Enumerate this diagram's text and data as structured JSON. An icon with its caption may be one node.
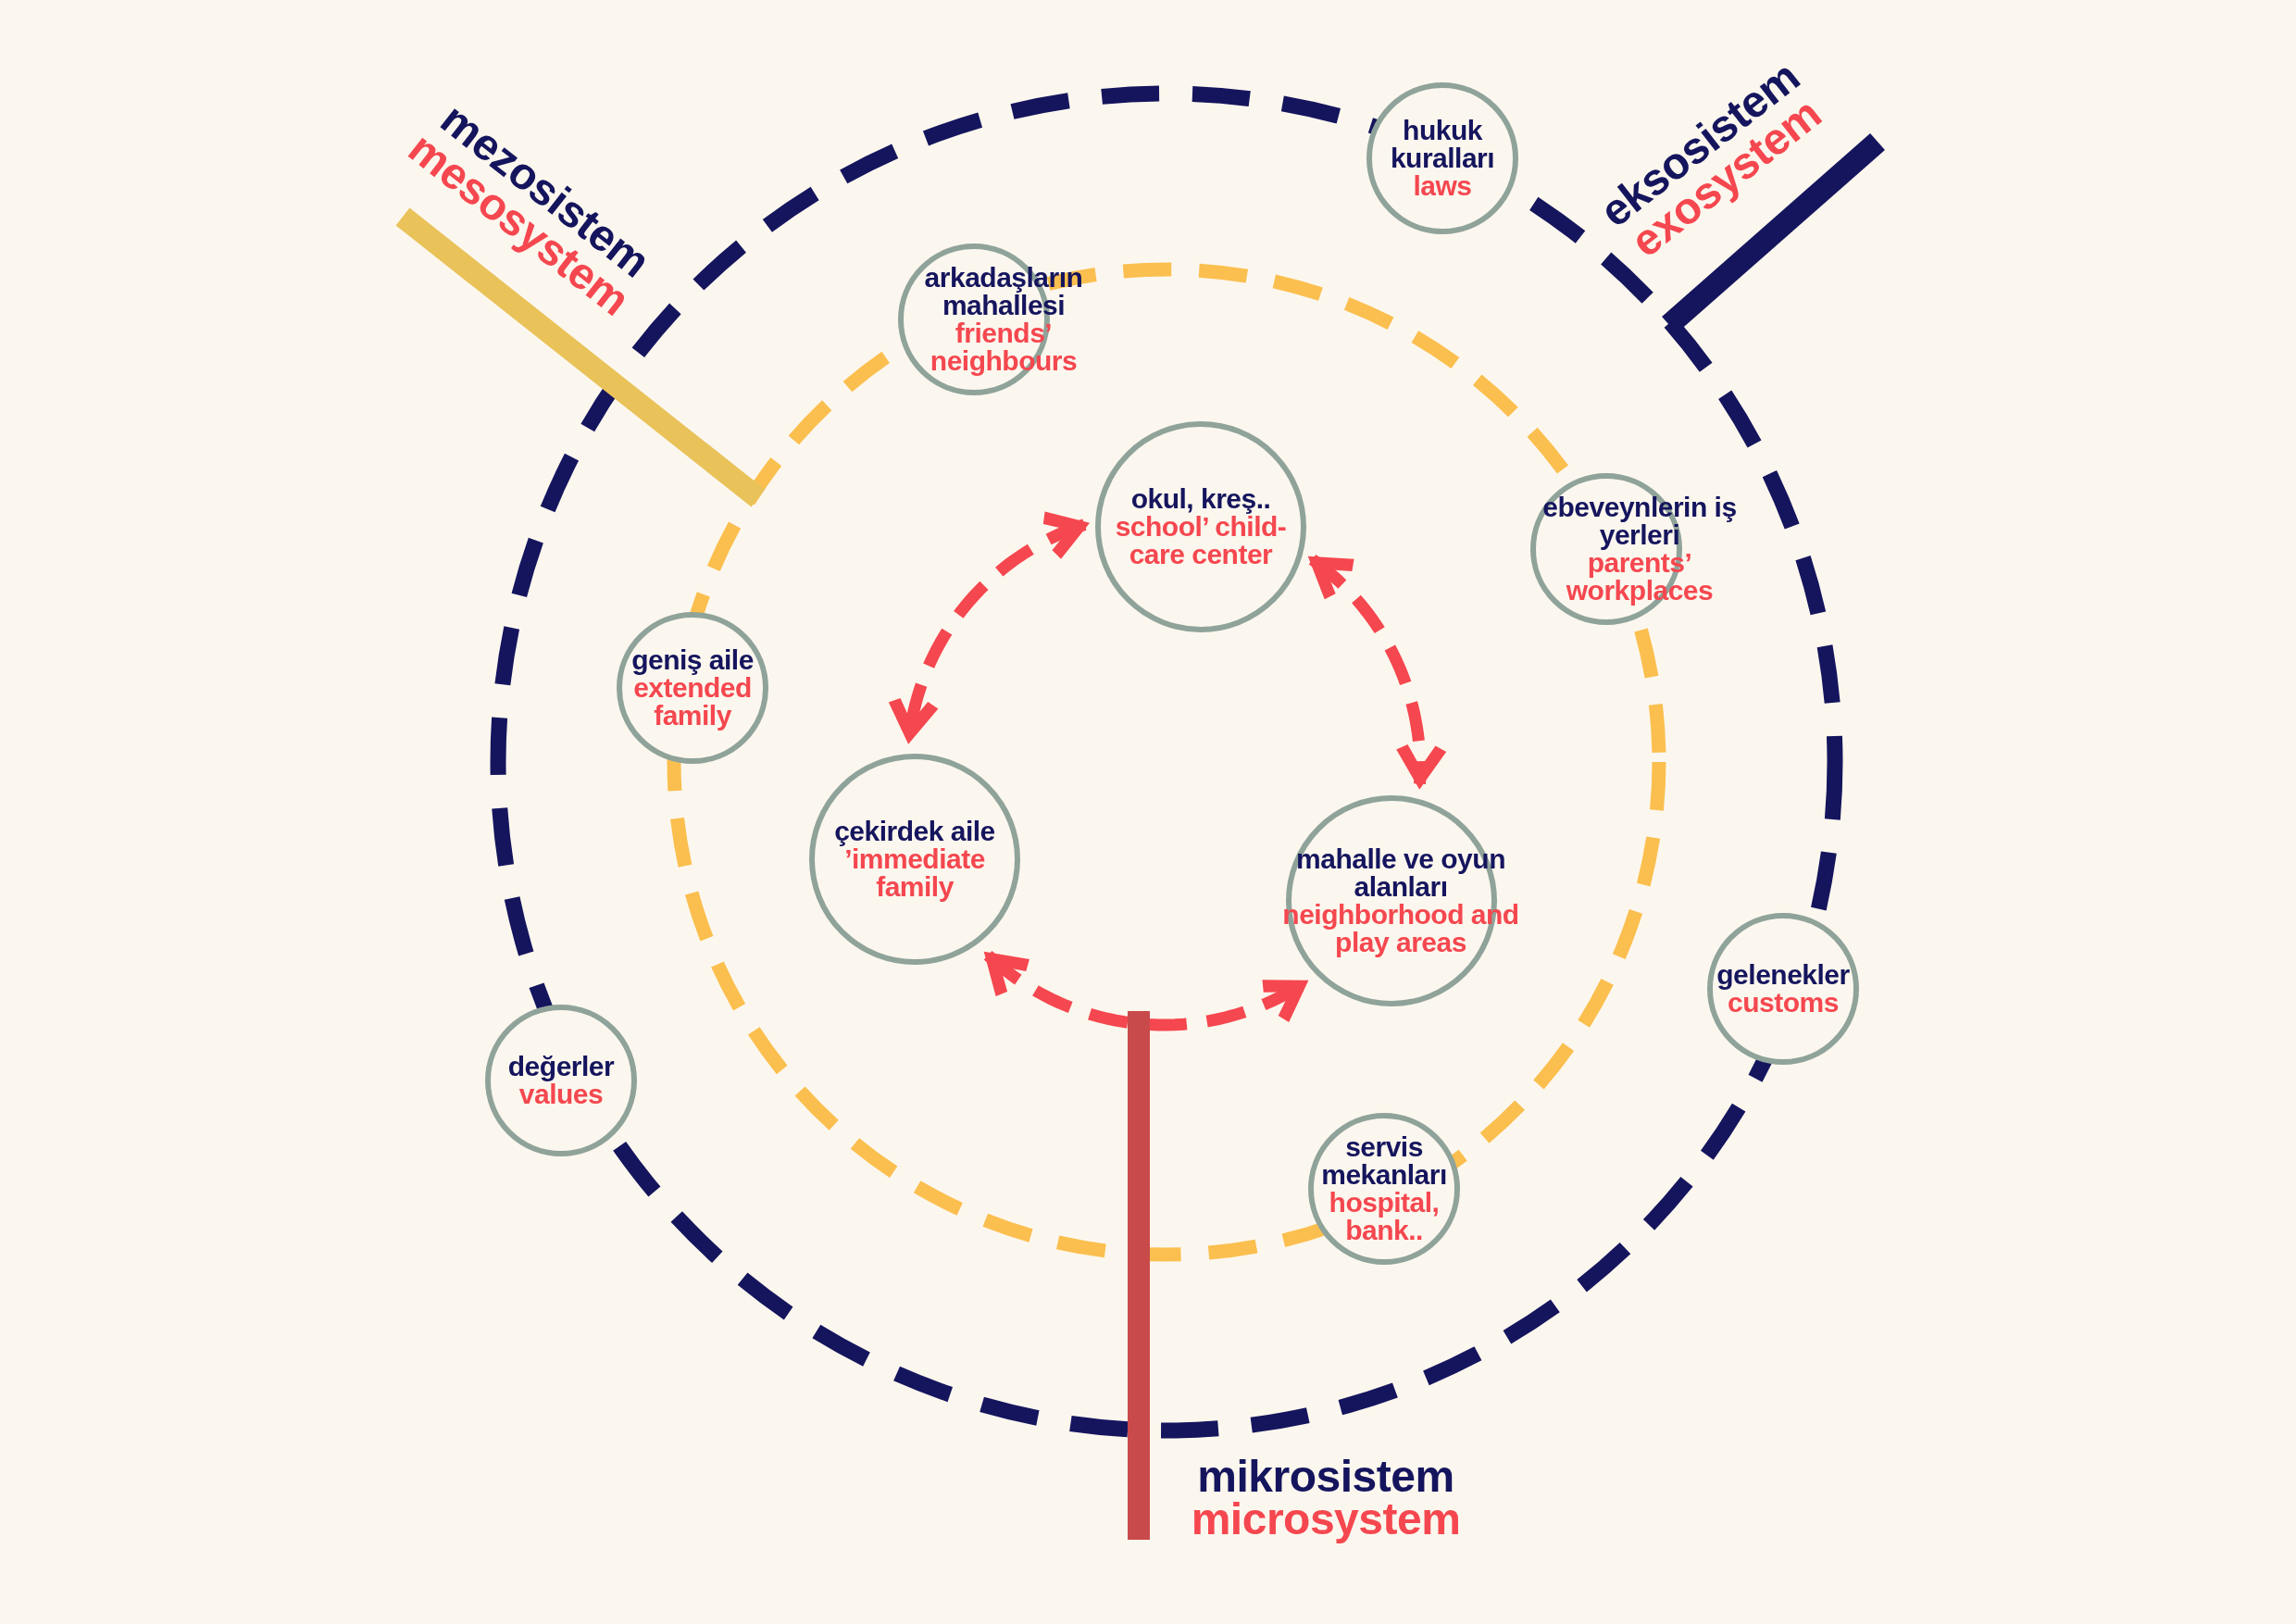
{
  "diagram": {
    "nodes": [
      {
        "text": [
          "hukuk kuralları",
          "laws"
        ]
      },
      {
        "text": [
          "arkadaşların mahallesi",
          "friends’ neighbours"
        ]
      },
      {
        "text": [
          "okul, kreş..",
          "school’ child-care center"
        ]
      },
      {
        "text": [
          "ebeveynlerin iş yerleri",
          "parents’ workplaces"
        ]
      },
      {
        "text": [
          "geniş aile",
          "extended family"
        ]
      },
      {
        "text": [
          "çekirdek aile",
          "’immediate family"
        ]
      },
      {
        "text": [
          "mahalle ve oyun alanları",
          "neighborhood and play areas"
        ]
      },
      {
        "text": [
          "gelenekler",
          "customs"
        ]
      },
      {
        "text": [
          "değerler",
          "values"
        ]
      },
      {
        "text": [
          "servis mekanları",
          "hospital, bank.."
        ]
      },
      {
        "text": [
          "mezosistem",
          "mesosystem"
        ]
      },
      {
        "text": [
          "eksosistem",
          "exosystem"
        ]
      },
      {
        "text": [
          "mikrosistem",
          "microsystem"
        ]
      }
    ],
    "edges": [
      {
        "from": 2,
        "to": 5,
        "arrow": "both",
        "style": "dashed"
      },
      {
        "from": 2,
        "to": 6,
        "arrow": "both",
        "style": "dashed"
      },
      {
        "from": 5,
        "to": 6,
        "arrow": "both",
        "style": "dashed"
      },
      {
        "from": 10,
        "to": null,
        "arrow": "none",
        "style": "thick",
        "color": "#e9c25a"
      },
      {
        "from": 11,
        "to": null,
        "arrow": "none",
        "style": "thick",
        "color": "#15155e"
      },
      {
        "from": 12,
        "to": null,
        "arrow": "none",
        "style": "thick",
        "color": "#c94a4a"
      }
    ]
  }
}
